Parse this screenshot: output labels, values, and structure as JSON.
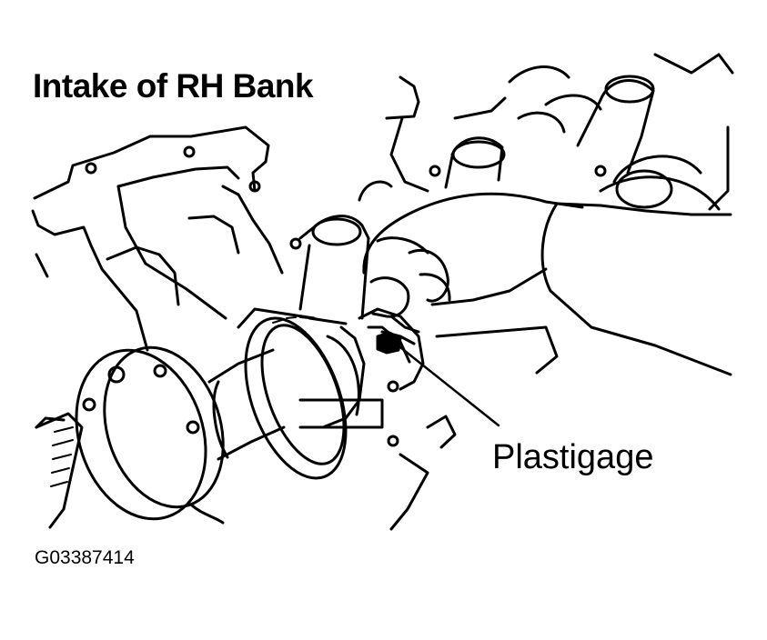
{
  "diagram": {
    "title": "Intake of RH Bank",
    "callout_label": "Plastigage",
    "figure_id": "G03387414"
  }
}
